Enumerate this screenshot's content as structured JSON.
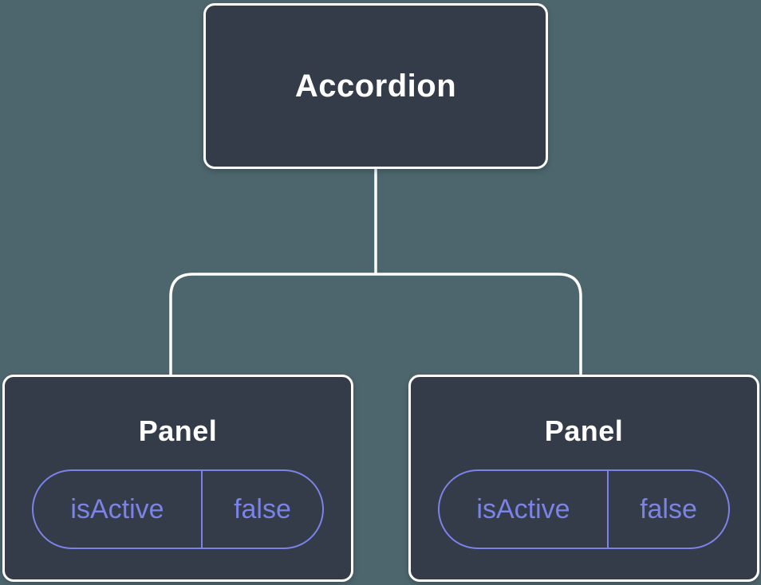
{
  "diagram": {
    "root": {
      "label": "Accordion"
    },
    "panels": [
      {
        "label": "Panel",
        "prop_name": "isActive",
        "prop_value": "false"
      },
      {
        "label": "Panel",
        "prop_name": "isActive",
        "prop_value": "false"
      }
    ]
  },
  "colors": {
    "background": "#4d666d",
    "node_fill": "#343b49",
    "node_border": "#ffffff",
    "connector": "#ffffff",
    "accent_purple": "#7c83e6",
    "text_primary": "#ffffff"
  }
}
